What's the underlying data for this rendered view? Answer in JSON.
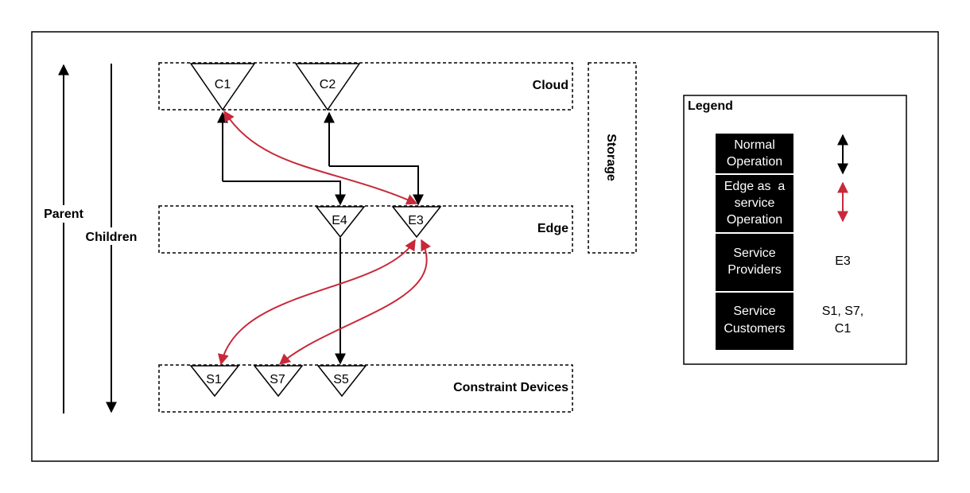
{
  "axes": {
    "parent_label": "Parent",
    "children_label": "Children"
  },
  "layers": {
    "cloud": "Cloud",
    "edge": "Edge",
    "constraint": "Constraint Devices",
    "storage": "Storage"
  },
  "nodes": {
    "c1": "C1",
    "c2": "C2",
    "e4": "E4",
    "e3": "E3",
    "s1": "S1",
    "s7": "S7",
    "s5": "S5"
  },
  "legend": {
    "title": "Legend",
    "rows": [
      {
        "lines": [
          "Normal",
          "Operation"
        ],
        "value_lines": [],
        "arrow": "normal"
      },
      {
        "lines": [
          "Edge as  a",
          "service",
          "Operation"
        ],
        "value_lines": [],
        "arrow": "service"
      },
      {
        "lines": [
          "Service",
          "Providers"
        ],
        "value_lines": [
          "E3"
        ],
        "arrow": ""
      },
      {
        "lines": [
          "Service",
          "Customers"
        ],
        "value_lines": [
          "S1, S7,",
          "C1"
        ],
        "arrow": ""
      }
    ]
  },
  "colors": {
    "normal_arrow": "#000000",
    "service_arrow": "#c8283a",
    "legend_cell_bg": "#000000",
    "legend_cell_text": "#ffffff"
  }
}
